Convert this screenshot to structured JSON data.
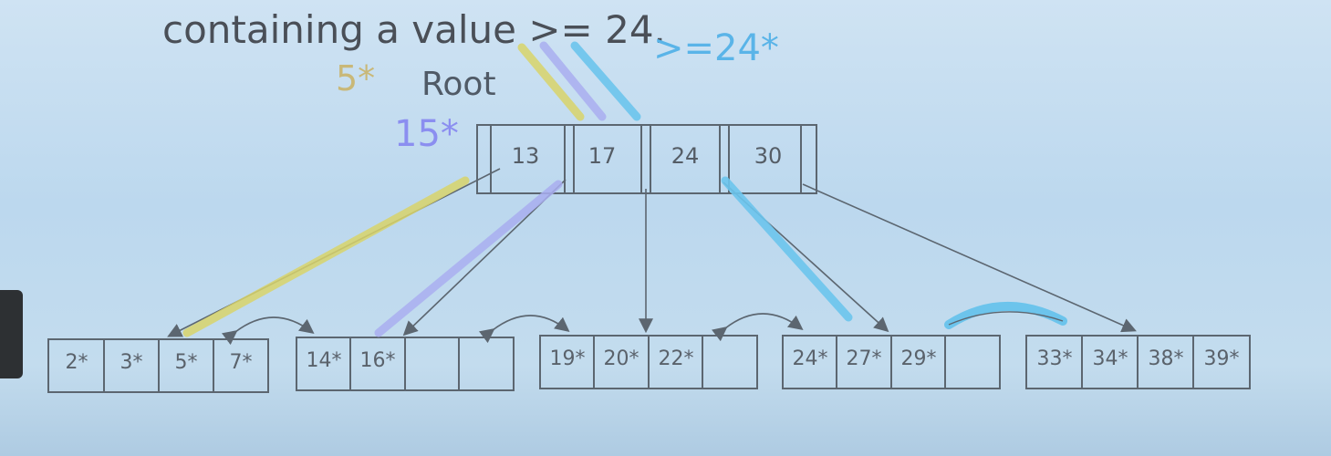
{
  "slide": {
    "title_line_partial": "containing a value >= 24.",
    "annotation_ge24": ">=24*",
    "annotation_5": "5*",
    "annotation_root": "Root",
    "annotation_15": "15*"
  },
  "root": {
    "keys": [
      "13",
      "17",
      "24",
      "30"
    ]
  },
  "leaves": [
    {
      "entries": [
        "2*",
        "3*",
        "5*",
        "7*"
      ]
    },
    {
      "entries": [
        "14*",
        "16*",
        "",
        ""
      ]
    },
    {
      "entries": [
        "19*",
        "20*",
        "22*",
        ""
      ]
    },
    {
      "entries": [
        "24*",
        "27*",
        "29*",
        ""
      ]
    },
    {
      "entries": [
        "33*",
        "34*",
        "38*",
        "39*"
      ]
    }
  ],
  "colors": {
    "search_5": "#d8d46a",
    "search_15": "#a9aef0",
    "search_24": "#6cc4ec",
    "line": "#5c6670"
  }
}
